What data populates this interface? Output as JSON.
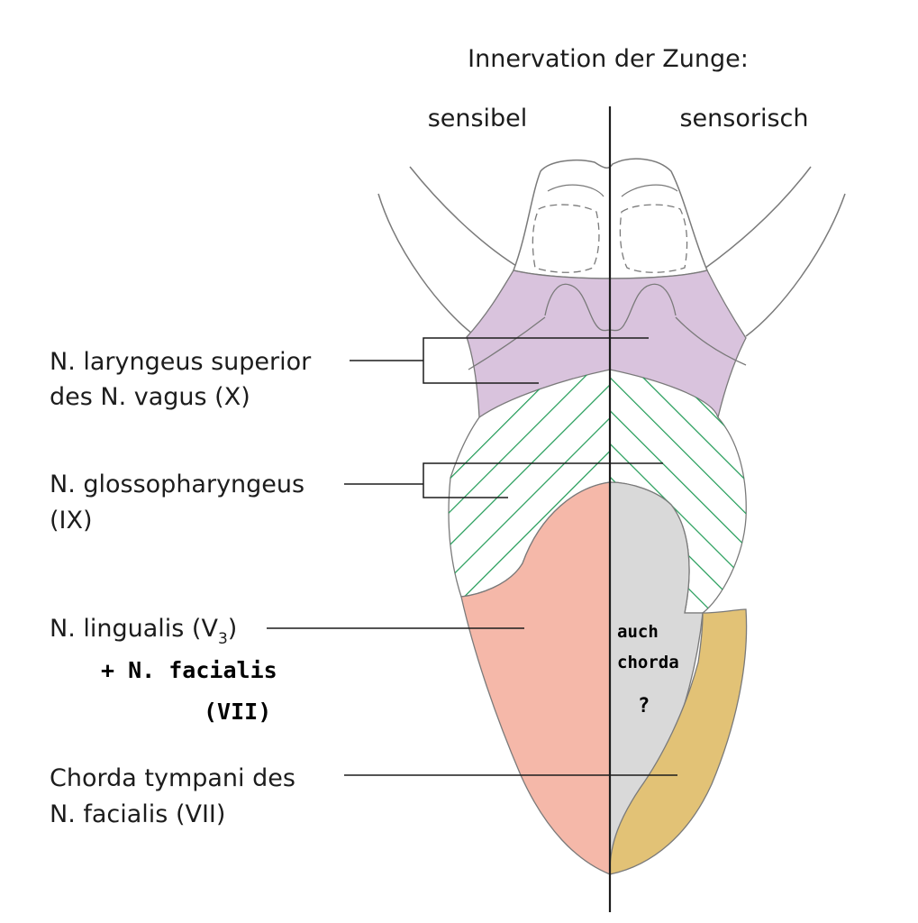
{
  "title": "Innervation der Zunge:",
  "columns": {
    "left": "sensibel",
    "right": "sensorisch"
  },
  "labels": {
    "laryngeus_line1": "N. laryngeus superior",
    "laryngeus_line2": "des N. vagus (X)",
    "glosso_line1": "N. glossopharyngeus",
    "glosso_line2": "(IX)",
    "lingualis_main": "N. lingualis (V",
    "lingualis_sub": "3",
    "lingualis_close": ")",
    "chorda_line1": "Chorda tympani des",
    "chorda_line2": "N. facialis (VII)"
  },
  "handwriting": {
    "facialis_line1": "+ N. facialis",
    "facialis_line2": "(VII)",
    "chorda_line1": "auch",
    "chorda_line2": "chorda",
    "chorda_line3": "?"
  },
  "colors": {
    "vagus": "#d9c3dd",
    "glossopharyngeus_hatch": "#1f9a55",
    "lingualis": "#f5b8a9",
    "chorda_tympani": "#e2c276",
    "unknown_gray": "#d9d9d9",
    "outline": "#7a7a7a"
  }
}
